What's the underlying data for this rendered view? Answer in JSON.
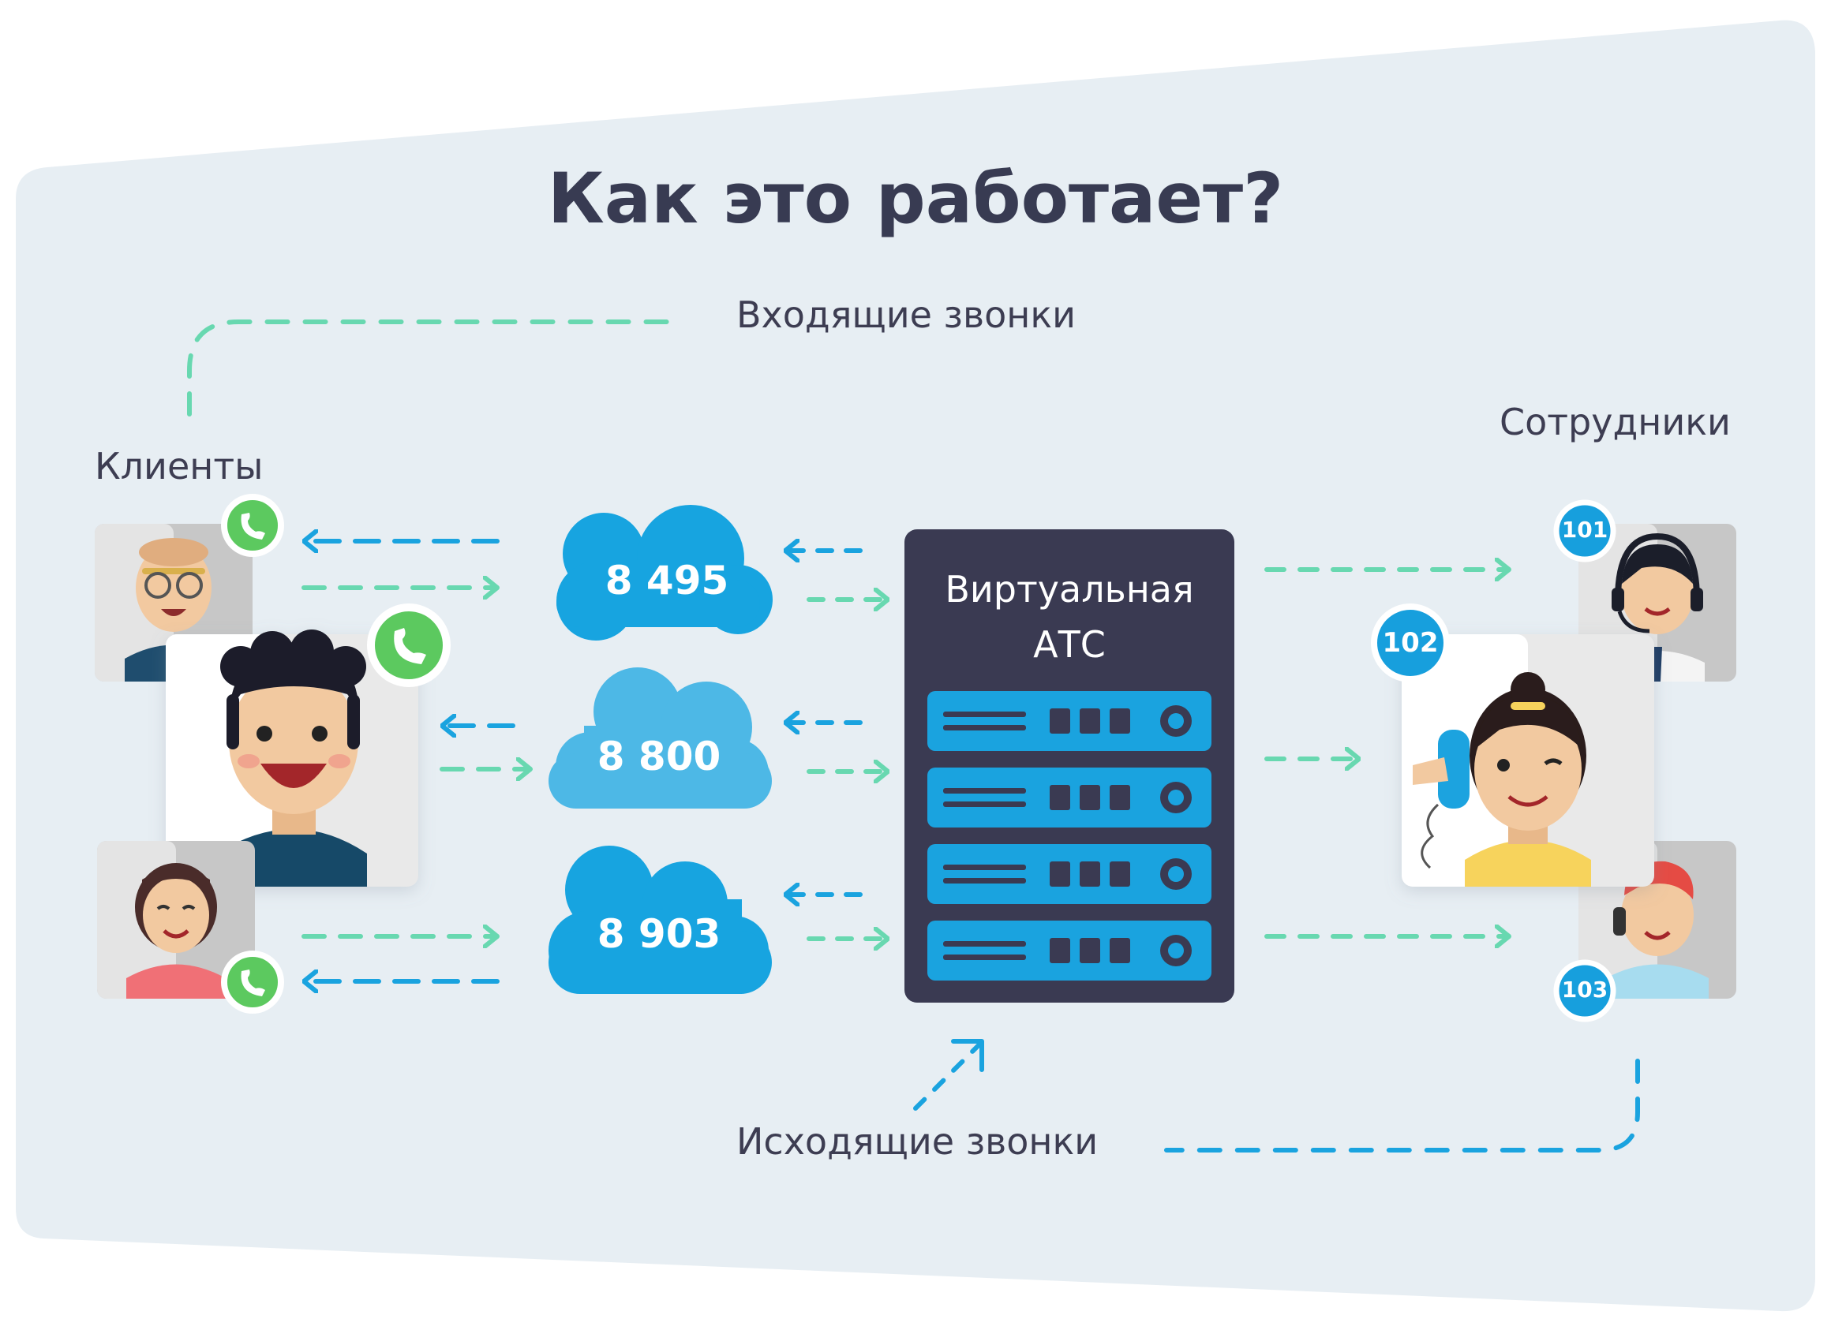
{
  "title": "Как это работает?",
  "labels": {
    "incoming": "Входящие звонки",
    "outgoing": "Исходящие звонки",
    "clients": "Клиенты",
    "employees": "Сотрудники"
  },
  "numbers": [
    "8 495",
    "8 800",
    "8 903"
  ],
  "pbx": {
    "label": "Виртуальная АТС"
  },
  "extensions": [
    "101",
    "102",
    "103"
  ],
  "colors": {
    "background": "#e7eef3",
    "cloud_dark": "#17a4e0",
    "cloud_light": "#4db8e6",
    "server": "#3a3a52",
    "server_unit": "#1aa3df",
    "incoming_arrow": "#68d8b0",
    "outgoing_arrow": "#1aa3df",
    "call_badge": "#5cc95f",
    "extension_badge": "#179fdd",
    "title_text": "#383b52"
  }
}
